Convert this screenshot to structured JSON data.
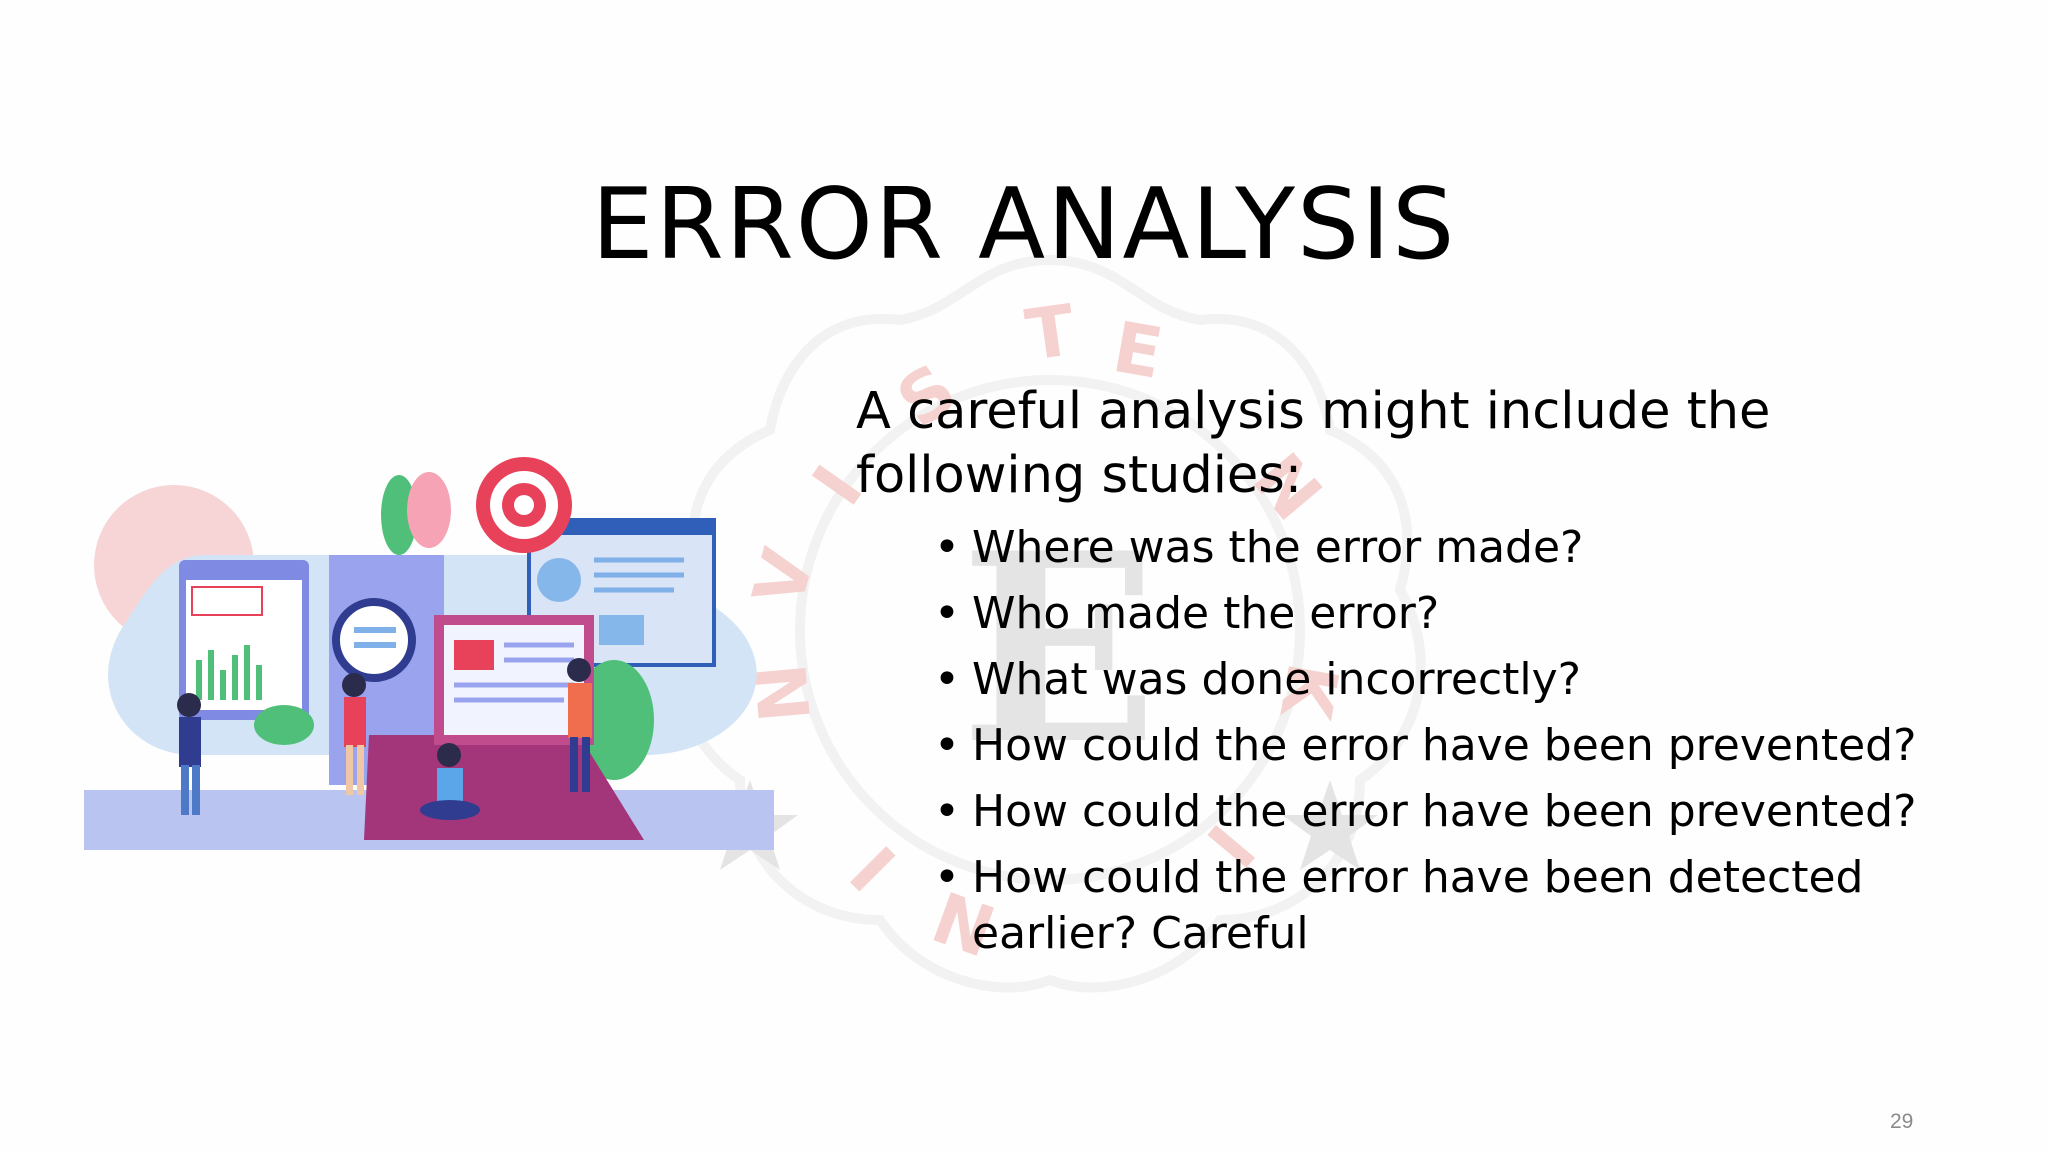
{
  "slide": {
    "title": "ERROR ANALYSIS",
    "intro": "A careful analysis might include the following studies:",
    "bullets": [
      "Where was the error made?",
      "Who made the error?",
      "What was done incorrectly?",
      "How could the error have been prevented?",
      "How could the error have been prevented?",
      "How could the error have been detected earlier? Careful"
    ],
    "bullet_glyph": "•",
    "page_number": "29"
  },
  "watermark": {
    "text": "UNIVERSITAS TEKNOKRAT INDONESIA",
    "icon": "university-seal-icon",
    "color": "#d93a2b"
  },
  "illustration": {
    "icon": "data-analysis-team-illustration",
    "palette": {
      "primary": "#8b93e8",
      "accent": "#e8415a",
      "laptop": "#a3357a",
      "leaf": "#4fbf7a"
    }
  }
}
